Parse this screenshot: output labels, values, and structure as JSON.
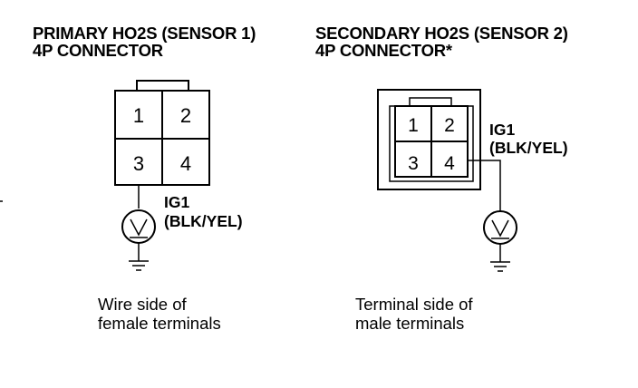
{
  "primary": {
    "title_line1": "PRIMARY HO2S (SENSOR 1)",
    "title_line2": "4P CONNECTOR",
    "pins": [
      "1",
      "2",
      "3",
      "4"
    ],
    "wire_name": "IG1",
    "wire_color": "(BLK/YEL)",
    "meter_symbol": "V",
    "caption_line1": "Wire side of",
    "caption_line2": "female terminals"
  },
  "secondary": {
    "title_line1": "SECONDARY HO2S (SENSOR 2)",
    "title_line2": "4P CONNECTOR*",
    "pins": [
      "1",
      "2",
      "3",
      "4"
    ],
    "wire_name": "IG1",
    "wire_color": "(BLK/YEL)",
    "meter_symbol": "V",
    "caption_line1": "Terminal side of",
    "caption_line2": "male terminals"
  }
}
